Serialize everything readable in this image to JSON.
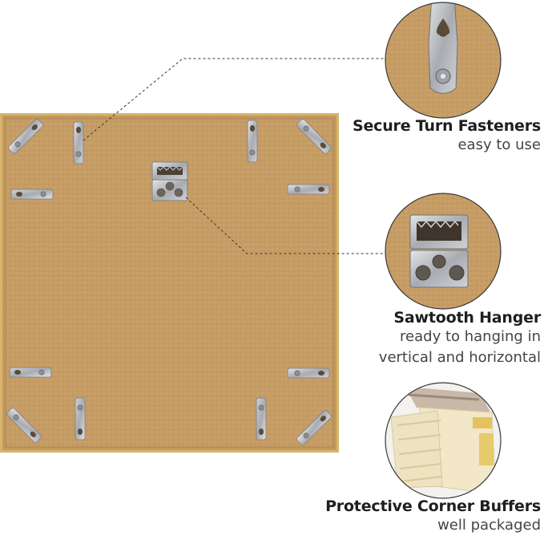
{
  "features": [
    {
      "title": "Secure Turn Fasteners",
      "subtitle_lines": [
        "easy to use"
      ]
    },
    {
      "title": "Sawtooth Hanger",
      "subtitle_lines": [
        "ready to hanging in",
        "vertical and horizontal"
      ]
    },
    {
      "title": "Protective Corner Buffers",
      "subtitle_lines": [
        "well packaged"
      ]
    }
  ],
  "colors": {
    "frame_gold": "#d8b46a",
    "backing_board": "#c49a63",
    "metal": "#b9bcc0",
    "dashed_line": "#333333",
    "text": "#1e1e1e"
  }
}
